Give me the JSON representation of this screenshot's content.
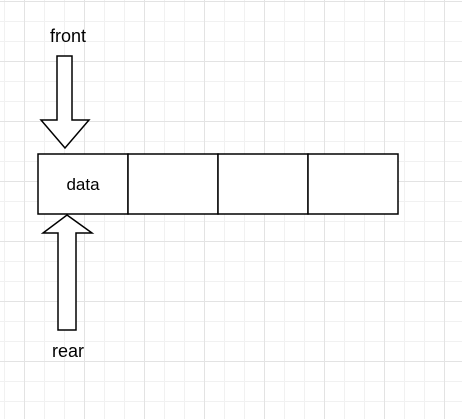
{
  "diagram": {
    "front_label": "front",
    "rear_label": "rear",
    "cells": [
      "data",
      "",
      "",
      ""
    ]
  },
  "colors": {
    "stroke": "#000000",
    "fill": "#ffffff",
    "grid": "#e3e3e3"
  }
}
